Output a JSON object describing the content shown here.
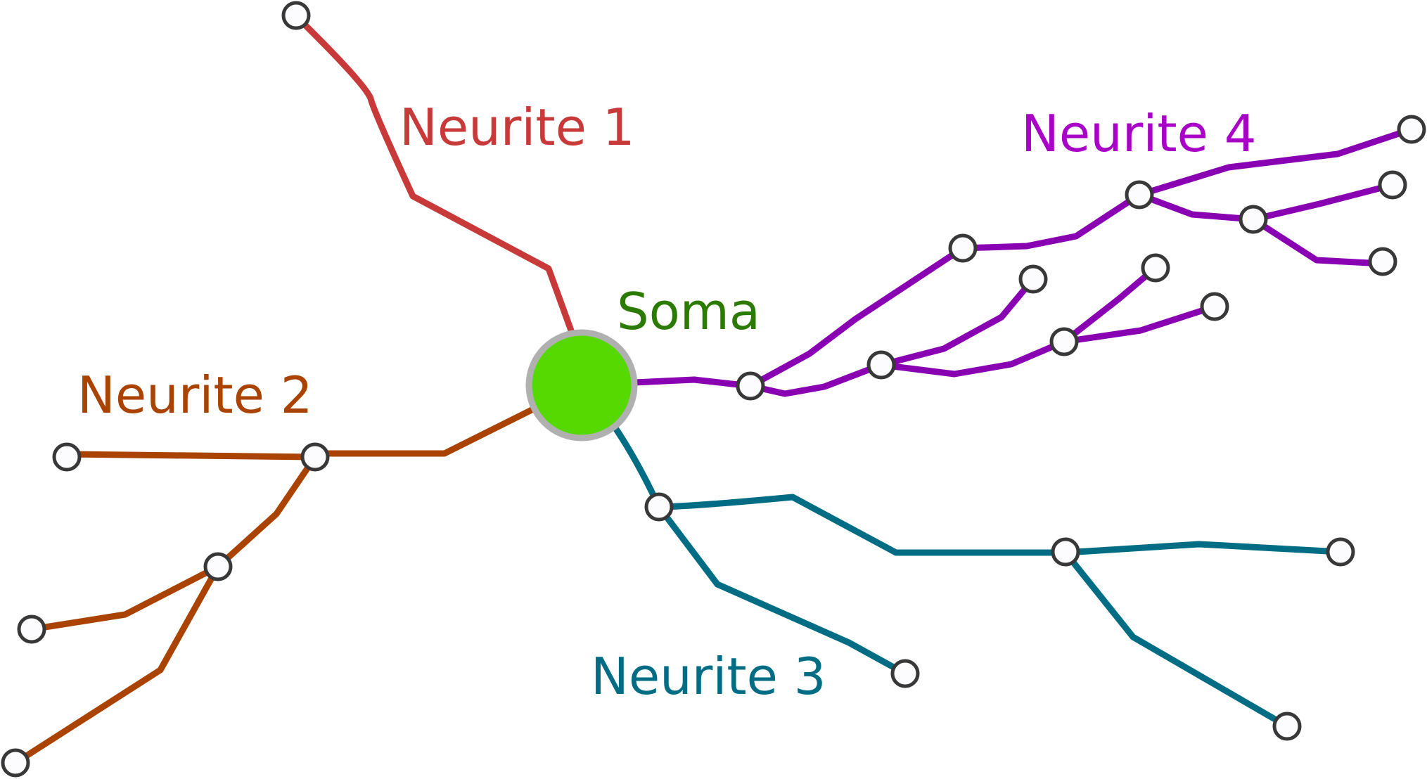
{
  "colors": {
    "neurite1": "#c8393a",
    "neurite2": "#aa4200",
    "neurite3": "#006d85",
    "neurite4": "#8800b2",
    "neurite4_label": "#a800c6",
    "soma_fill": "#55d900",
    "soma_label": "#2b7b00",
    "soma_ring": "#b0b0b0",
    "node_stroke": "#383838"
  },
  "labels": {
    "soma": "Soma",
    "neurite1": "Neurite 1",
    "neurite2": "Neurite 2",
    "neurite3": "Neurite 3",
    "neurite4": "Neurite 4"
  }
}
